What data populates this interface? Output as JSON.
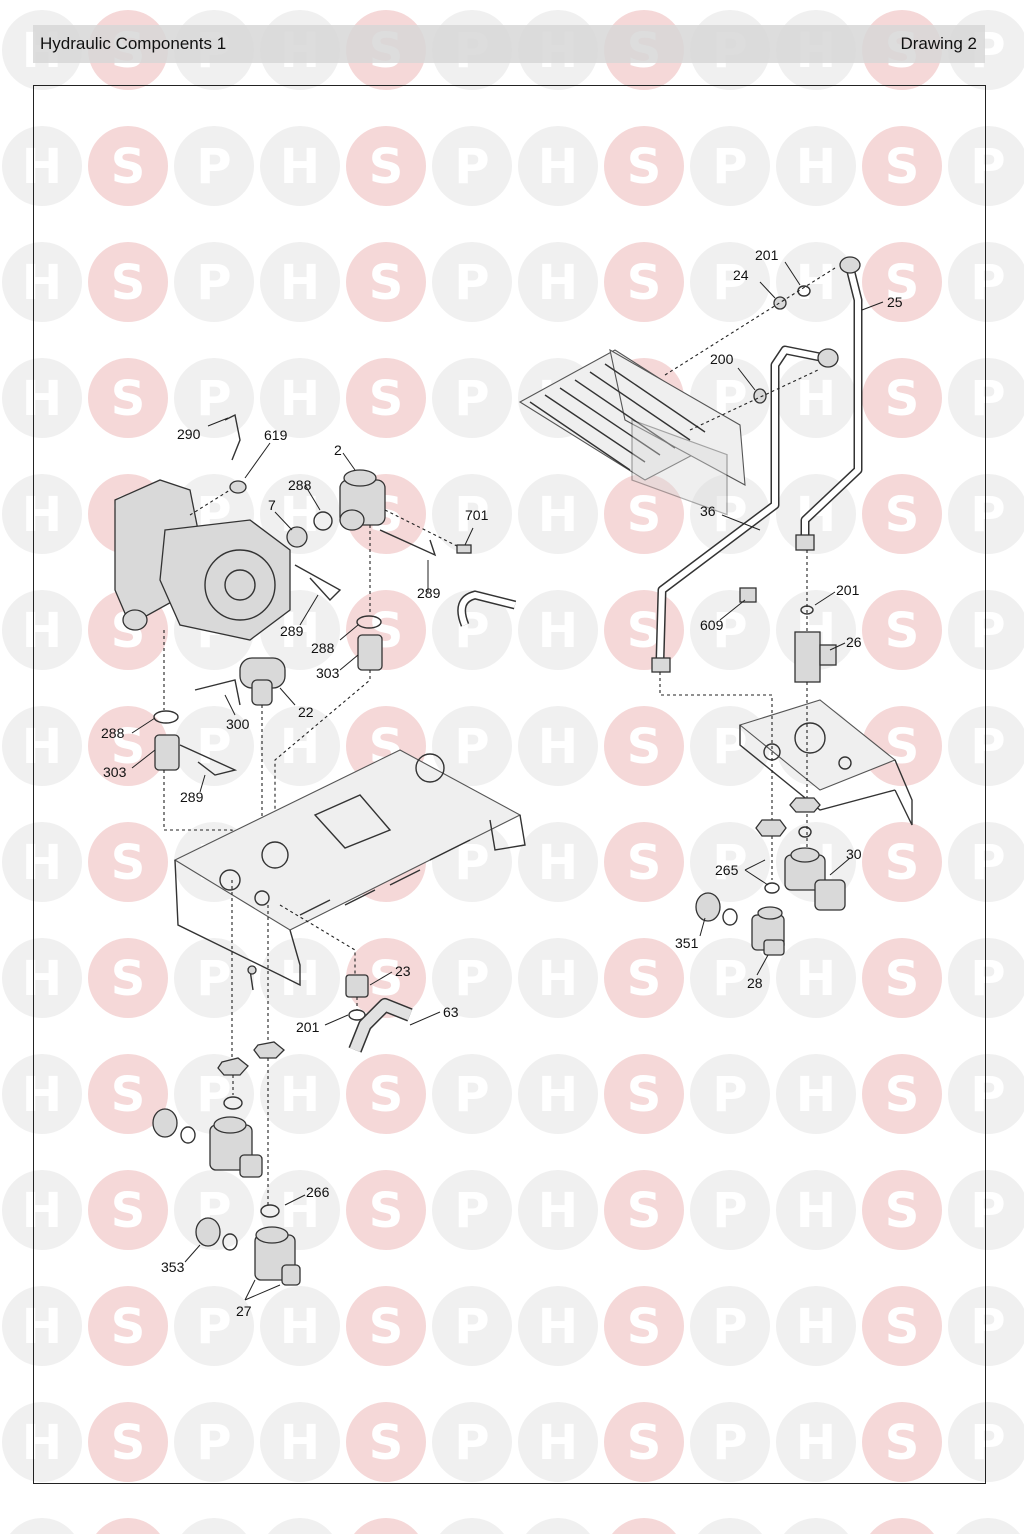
{
  "header": {
    "title": "Hydraulic Components 1",
    "drawing": "Drawing 2"
  },
  "watermark": {
    "letters": [
      "H",
      "S",
      "P"
    ],
    "color": "#f2c9c9"
  },
  "callouts": [
    {
      "num": "290"
    },
    {
      "num": "619"
    },
    {
      "num": "2"
    },
    {
      "num": "288"
    },
    {
      "num": "7"
    },
    {
      "num": "701"
    },
    {
      "num": "289"
    },
    {
      "num": "289"
    },
    {
      "num": "288"
    },
    {
      "num": "303"
    },
    {
      "num": "22"
    },
    {
      "num": "300"
    },
    {
      "num": "288"
    },
    {
      "num": "303"
    },
    {
      "num": "289"
    },
    {
      "num": "201"
    },
    {
      "num": "24"
    },
    {
      "num": "25"
    },
    {
      "num": "200"
    },
    {
      "num": "36"
    },
    {
      "num": "201"
    },
    {
      "num": "609"
    },
    {
      "num": "26"
    },
    {
      "num": "30"
    },
    {
      "num": "265"
    },
    {
      "num": "351"
    },
    {
      "num": "28"
    },
    {
      "num": "23"
    },
    {
      "num": "201"
    },
    {
      "num": "63"
    },
    {
      "num": "266"
    },
    {
      "num": "353"
    },
    {
      "num": "27"
    }
  ]
}
